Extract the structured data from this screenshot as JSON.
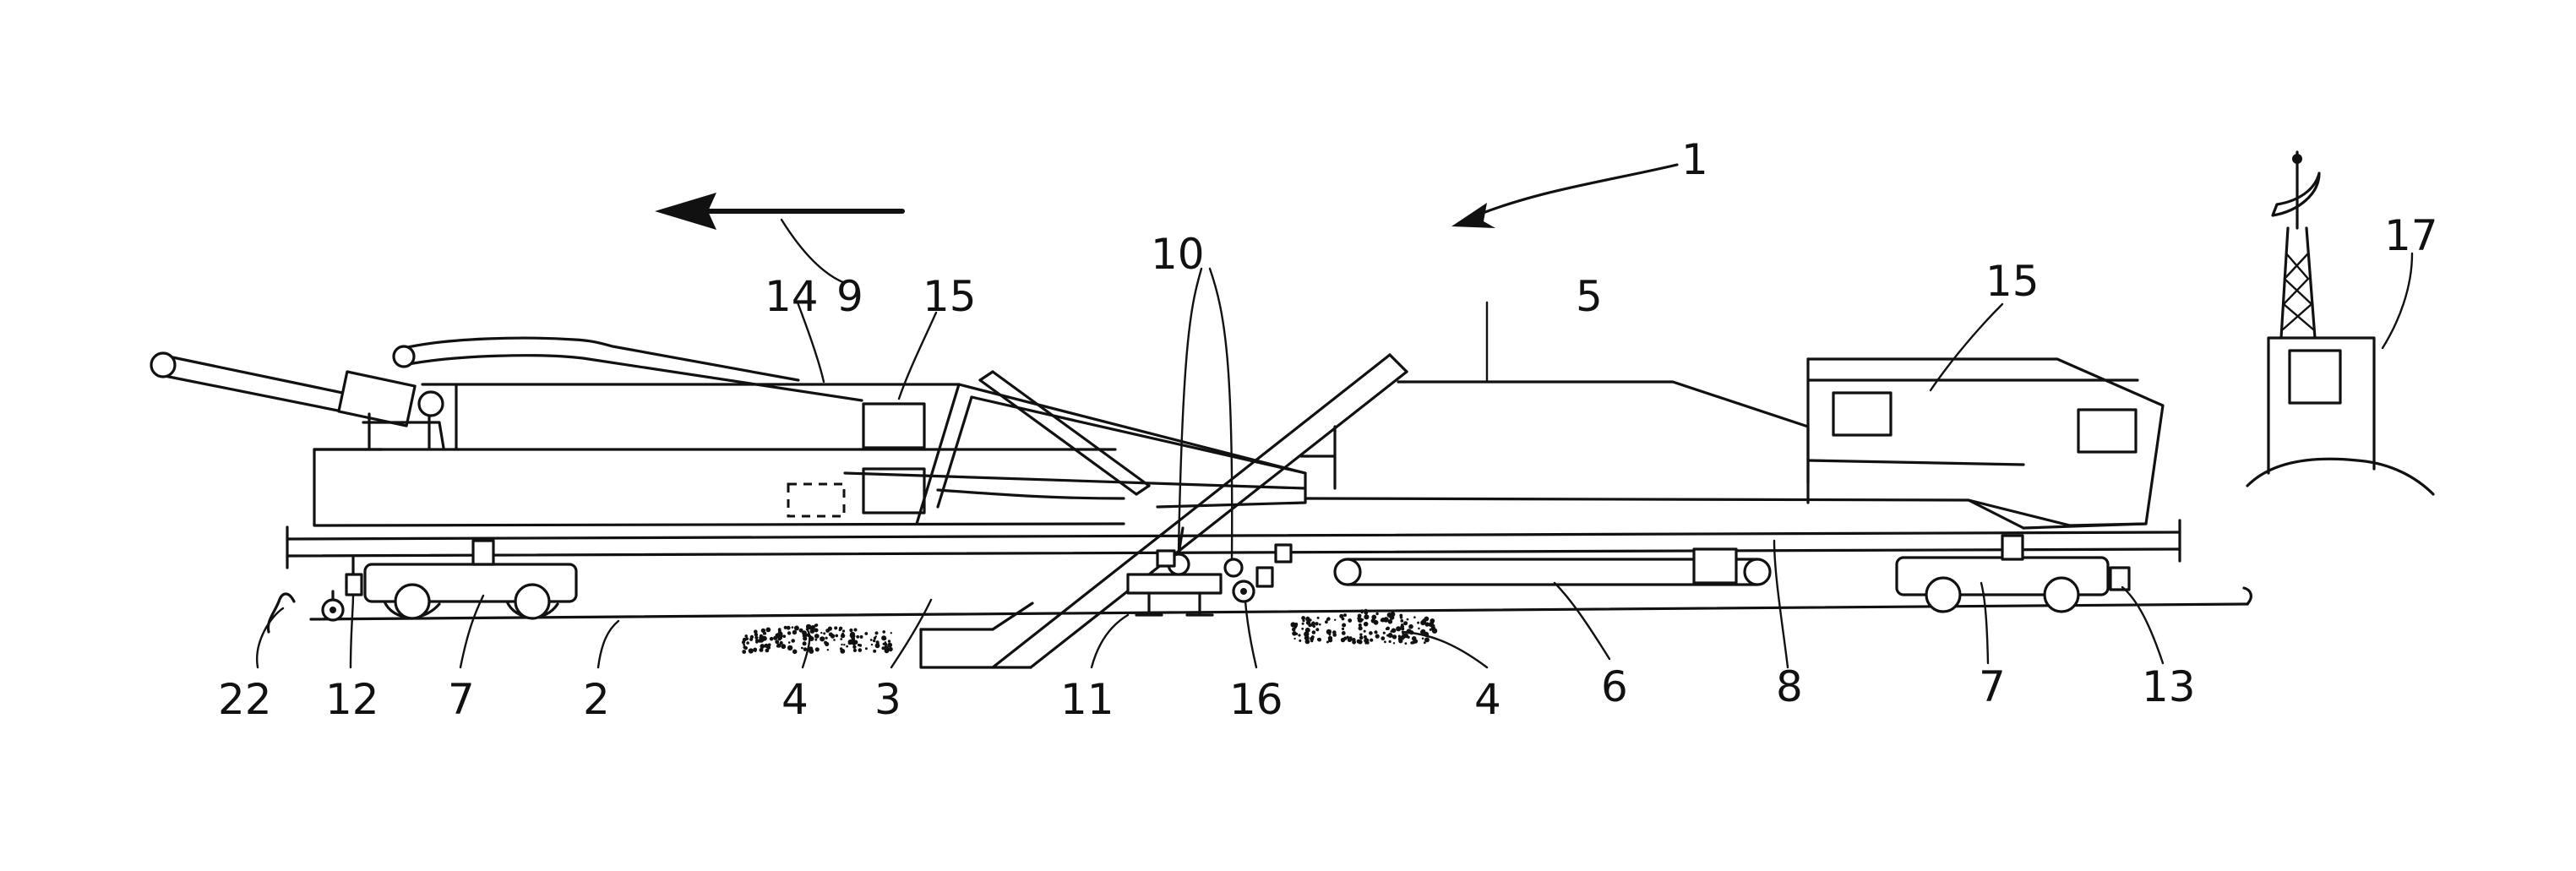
{
  "labels": {
    "l1": "1",
    "l2": "2",
    "l3": "3",
    "l4a": "4",
    "l4b": "4",
    "l5": "5",
    "l6": "6",
    "l7a": "7",
    "l7b": "7",
    "l8": "8",
    "l9": "9",
    "l10": "10",
    "l11": "11",
    "l12": "12",
    "l13": "13",
    "l14": "14",
    "l15a": "15",
    "l15b": "15",
    "l16": "16",
    "l17": "17",
    "l22": "22"
  }
}
